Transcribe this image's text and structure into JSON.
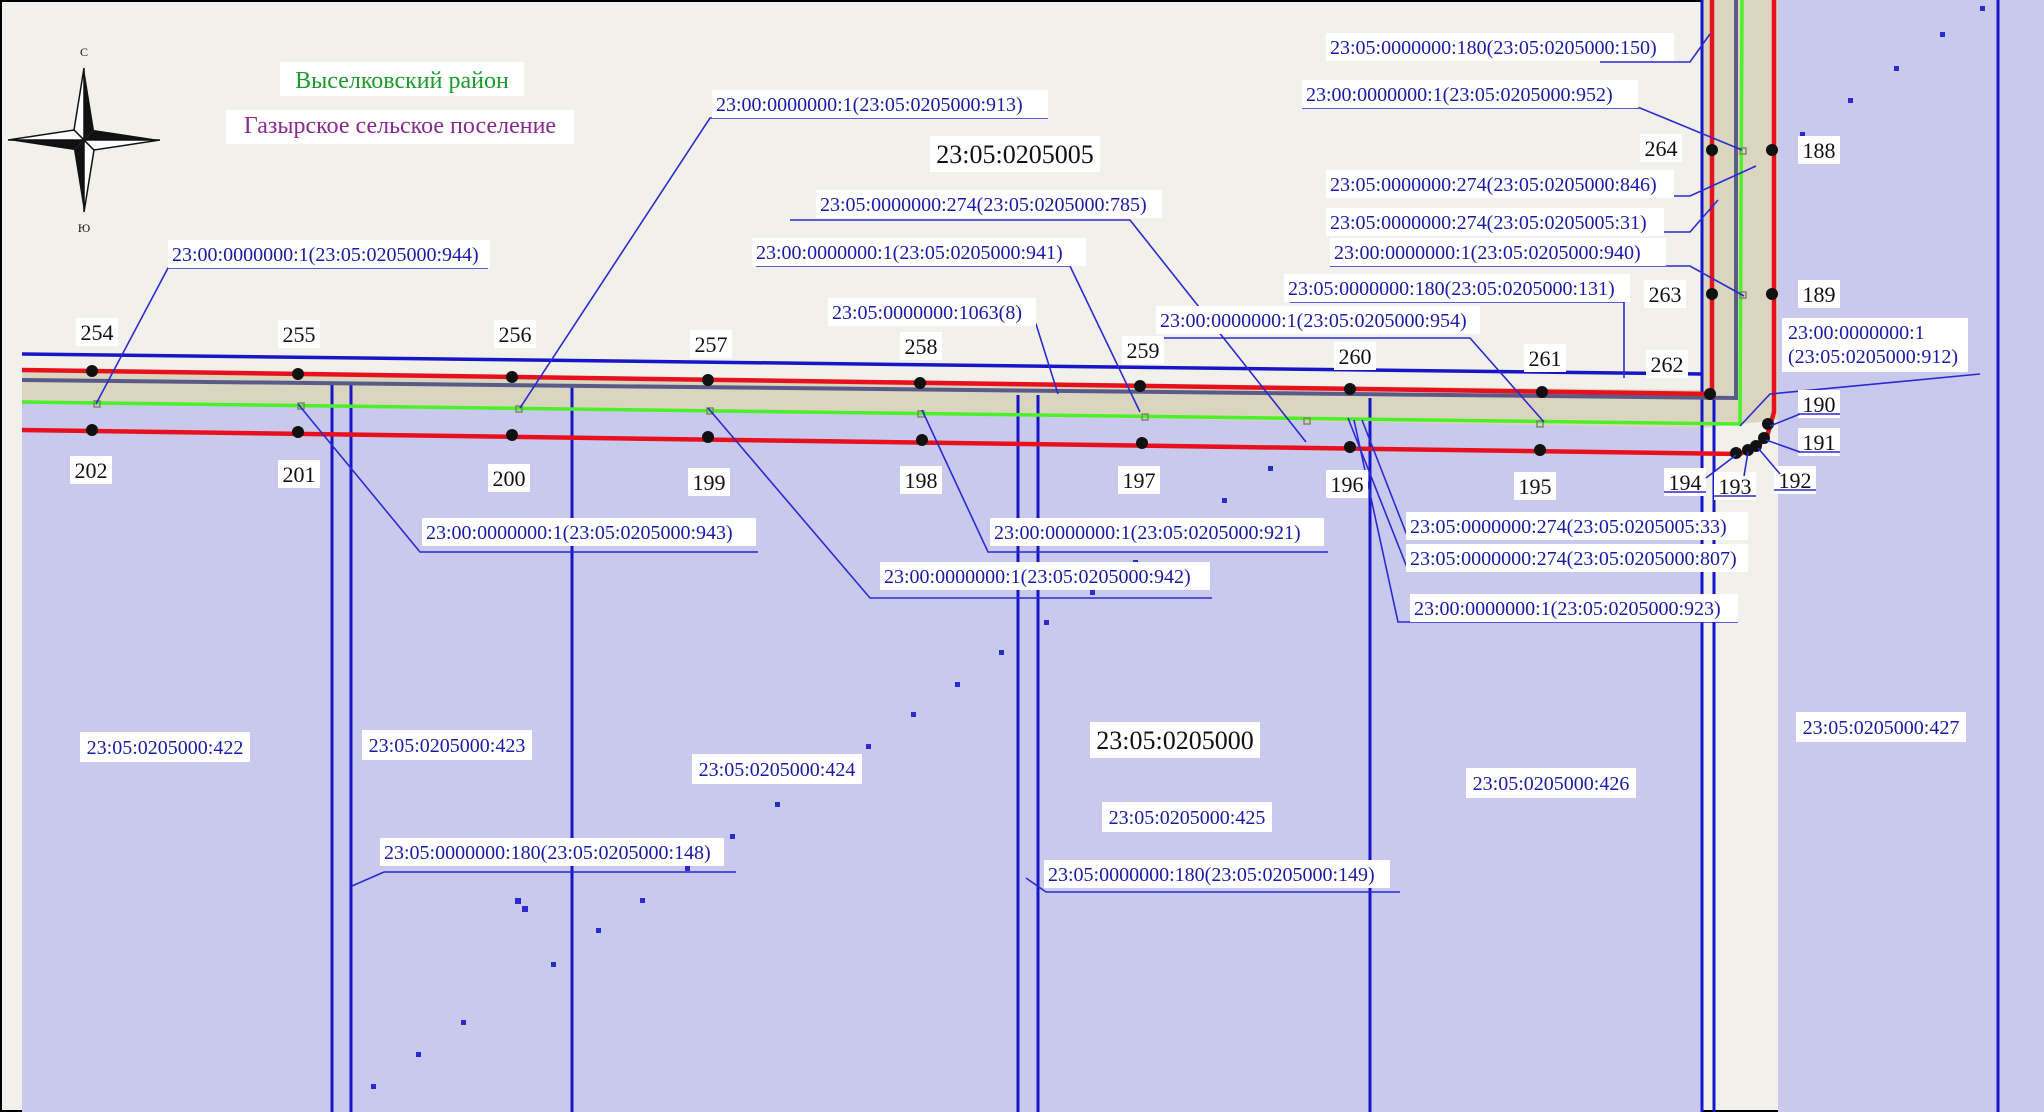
{
  "colors": {
    "background": "#f2f0ea",
    "parcel_fill": "#c9c9ee",
    "road_fill": "#dad5bf",
    "boundary_blue": "#1616c8",
    "boundary_red": "#e8101c",
    "centerline_green": "#4cf02a",
    "axis_gray": "#5a5a88",
    "label_text": "#1a1aa6",
    "district_green": "#1d9a2c",
    "settlement_purple": "#8a2a90",
    "point_black": "#111111"
  },
  "compass": {
    "north_label": "С",
    "south_label": "Ю"
  },
  "district": {
    "name": "Выселковский район"
  },
  "settlement": {
    "name": "Газырское сельское поселение"
  },
  "blocks": {
    "north": "23:05:0205005",
    "south": "23:05:0205000"
  },
  "parcels": {
    "p422": "23:05:0205000:422",
    "p423": "23:05:0205000:423",
    "p424": "23:05:0205000:424",
    "p425": "23:05:0205000:425",
    "p426": "23:05:0205000:426",
    "p427": "23:05:0205000:427"
  },
  "callouts": {
    "c150": "23:05:0000000:180(23:05:0205000:150)",
    "c952": "23:00:0000000:1(23:05:0205000:952)",
    "c913": "23:00:0000000:1(23:05:0205000:913)",
    "c846": "23:05:0000000:274(23:05:0205000:846)",
    "c785": "23:05:0000000:274(23:05:0205000:785)",
    "c31": "23:05:0000000:274(23:05:0205005:31)",
    "c941": "23:00:0000000:1(23:05:0205000:941)",
    "c940": "23:00:0000000:1(23:05:0205000:940)",
    "c944": "23:00:0000000:1(23:05:0205000:944)",
    "c131": "23:05:0000000:180(23:05:0205000:131)",
    "c1063": "23:05:0000000:1063(8)",
    "c954": "23:00:0000000:1(23:05:0205000:954)",
    "c912_line1": "23:00:0000000:1",
    "c912_line2": "(23:05:0205000:912)",
    "c943": "23:00:0000000:1(23:05:0205000:943)",
    "c921": "23:00:0000000:1(23:05:0205000:921)",
    "c33": "23:05:0000000:274(23:05:0205005:33)",
    "c942": "23:00:0000000:1(23:05:0205000:942)",
    "c807": "23:05:0000000:274(23:05:0205000:807)",
    "c923": "23:00:0000000:1(23:05:0205000:923)",
    "c148": "23:05:0000000:180(23:05:0205000:148)",
    "c149": "23:05:0000000:180(23:05:0205000:149)"
  },
  "points": {
    "p254": "254",
    "p255": "255",
    "p256": "256",
    "p257": "257",
    "p258": "258",
    "p259": "259",
    "p260": "260",
    "p261": "261",
    "p262": "262",
    "p263": "263",
    "p264": "264",
    "p188": "188",
    "p189": "189",
    "p190": "190",
    "p191": "191",
    "p192": "192",
    "p193": "193",
    "p194": "194",
    "p195": "195",
    "p196": "196",
    "p197": "197",
    "p198": "198",
    "p199": "199",
    "p200": "200",
    "p201": "201",
    "p202": "202"
  }
}
